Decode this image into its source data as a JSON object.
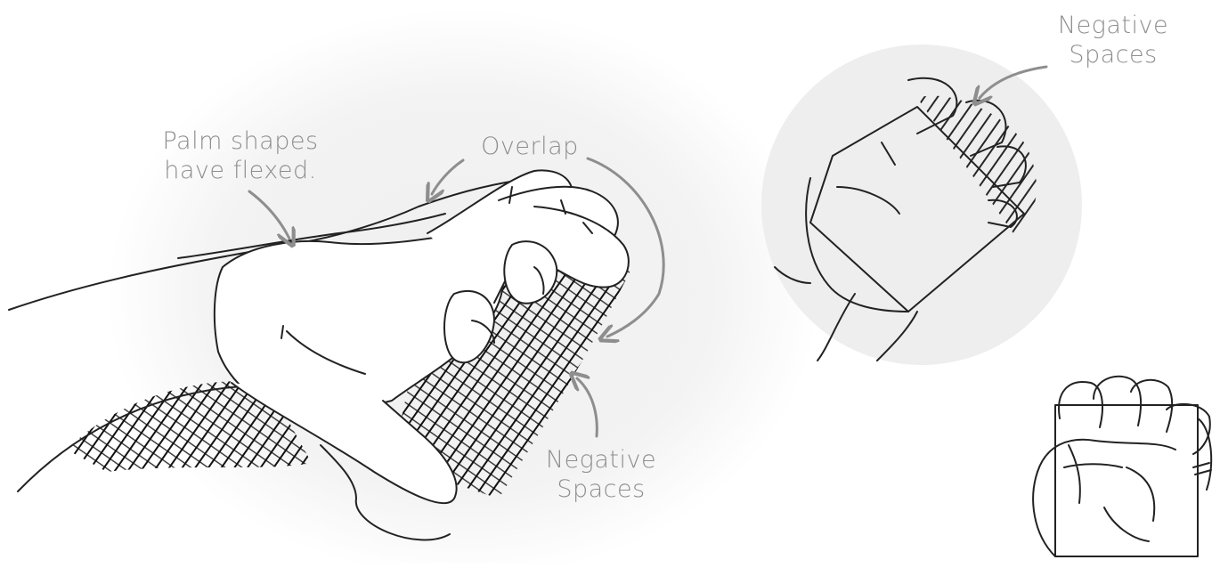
{
  "labels": {
    "palm": {
      "line1": "Palm shapes",
      "line2": "have flexed."
    },
    "overlap": "Overlap",
    "negative_main": {
      "line1": "Negative",
      "line2": "Spaces"
    },
    "negative_top": {
      "line1": "Negative",
      "line2": "Spaces"
    }
  },
  "colors": {
    "line": "#222222",
    "arrow": "#8e8e8e",
    "label": "#8e8e8e",
    "halo": "#eeeeee",
    "hatch": "#111111"
  }
}
